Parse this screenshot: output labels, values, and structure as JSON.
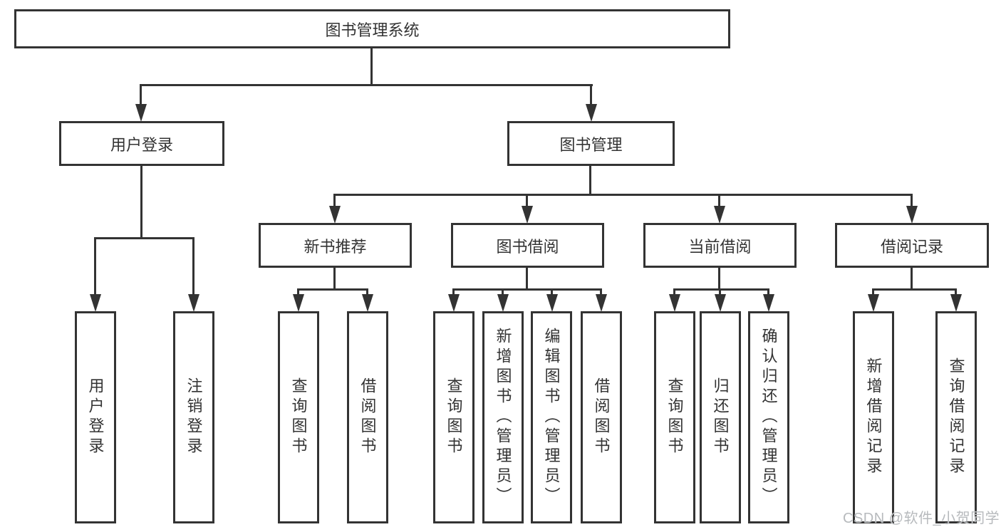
{
  "diagram": {
    "title": "图书管理系统",
    "root": {
      "label": "图书管理系统",
      "children": [
        {
          "label": "用户登录",
          "children": [
            {
              "label": "用户登录"
            },
            {
              "label": "注销登录"
            }
          ]
        },
        {
          "label": "图书管理",
          "children": [
            {
              "label": "新书推荐",
              "children": [
                {
                  "label": "查询图书"
                },
                {
                  "label": "借阅图书"
                }
              ]
            },
            {
              "label": "图书借阅",
              "children": [
                {
                  "label": "查询图书"
                },
                {
                  "label": "新增图书（管理员）"
                },
                {
                  "label": "编辑图书（管理员）"
                },
                {
                  "label": "借阅图书"
                }
              ]
            },
            {
              "label": "当前借阅",
              "children": [
                {
                  "label": "查询图书"
                },
                {
                  "label": "归还图书"
                },
                {
                  "label": "确认归还（管理员）"
                }
              ]
            },
            {
              "label": "借阅记录",
              "children": [
                {
                  "label": "新增借阅记录"
                },
                {
                  "label": "查询借阅记录"
                }
              ]
            }
          ]
        }
      ]
    },
    "watermark": "CSDN @软件_小贺同学",
    "colors": {
      "line": "#333333",
      "text": "#333333",
      "background": "#ffffff",
      "watermark": "#b7babd"
    }
  }
}
